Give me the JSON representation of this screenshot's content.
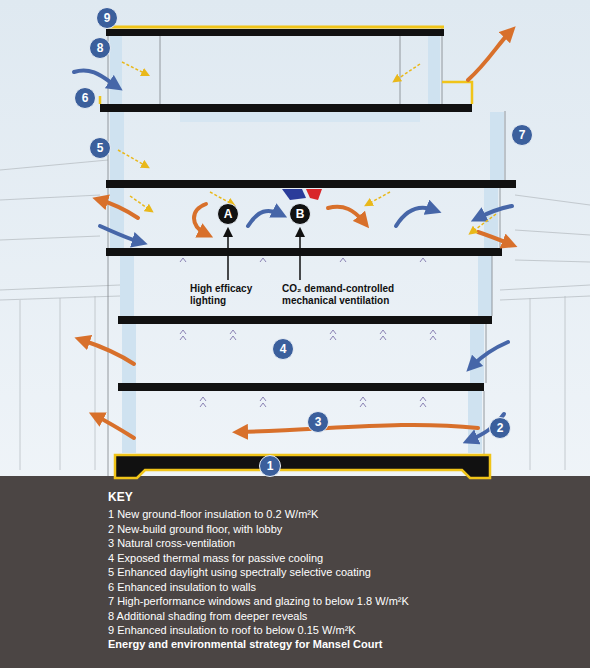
{
  "diagram": {
    "caption": "Energy and environmental strategy for Mansel Court",
    "nodes": [
      {
        "text": [
          "9"
        ]
      },
      {
        "text": [
          "8"
        ]
      },
      {
        "text": [
          "6"
        ]
      },
      {
        "text": [
          "5"
        ]
      },
      {
        "text": [
          "7"
        ]
      },
      {
        "text": [
          "A"
        ]
      },
      {
        "text": [
          "B"
        ]
      },
      {
        "text": [
          "4"
        ]
      },
      {
        "text": [
          "3"
        ]
      },
      {
        "text": [
          "2"
        ]
      },
      {
        "text": [
          "1"
        ]
      }
    ],
    "labels": [
      "High efficacy lighting",
      "CO₂ demand-controlled mechanical ventilation",
      "KEY"
    ],
    "legend": [
      {
        "text": "1 New ground-floor insulation to 0.2 W/m²K"
      },
      {
        "text": "2 New-build ground floor, with lobby"
      },
      {
        "text": "3 Natural cross-ventilation"
      },
      {
        "text": "4 Exposed thermal mass for passive cooling"
      },
      {
        "text": "5 Enhanced daylight using spectrally selective coating"
      },
      {
        "text": "6 Enhanced insulation to walls"
      },
      {
        "text": "7 High-performance windows and glazing to below 1.8 W/m²K"
      },
      {
        "text": "8 Additional shading from deeper reveals"
      },
      {
        "text": "9 Enhanced insulation to roof to below 0.15 W/m²K"
      }
    ]
  }
}
